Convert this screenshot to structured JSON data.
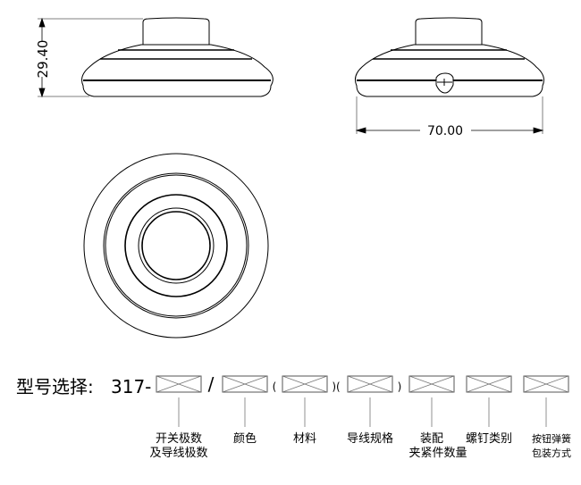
{
  "dimensions": {
    "height_label": "29.40",
    "width_label": "70.00"
  },
  "model_selection": {
    "prefix": "型号选择:",
    "code": "317-",
    "separators": [
      "/",
      "(",
      ")(",
      ")"
    ],
    "fields": [
      {
        "label_lines": [
          "开关极数",
          "及导线极数"
        ]
      },
      {
        "label_lines": [
          "颜色"
        ]
      },
      {
        "label_lines": [
          "材料"
        ]
      },
      {
        "label_lines": [
          "导线规格"
        ]
      },
      {
        "label_lines": [
          "装配",
          "夹紧件数量"
        ]
      },
      {
        "label_lines": [
          "螺钉类别"
        ]
      },
      {
        "label_lines": [
          "按钮弹簧",
          "包装方式"
        ]
      }
    ]
  }
}
